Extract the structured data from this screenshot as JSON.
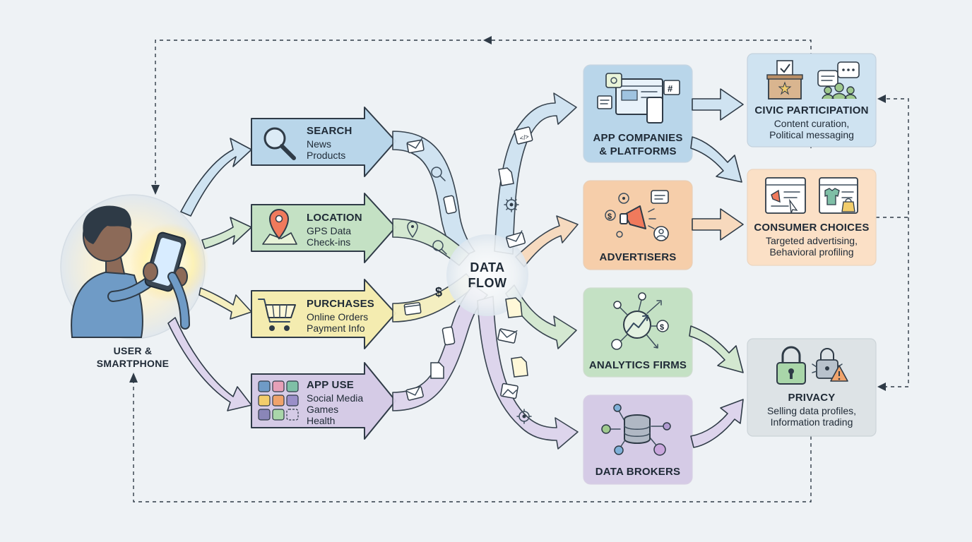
{
  "user": {
    "label_line1": "USER &",
    "label_line2": "SMARTPHONE"
  },
  "center": {
    "line1": "DATA",
    "line2": "FLOW"
  },
  "inputs": [
    {
      "title": "SEARCH",
      "items": [
        "News",
        "Products"
      ]
    },
    {
      "title": "LOCATION",
      "items": [
        "GPS Data",
        "Check-ins"
      ]
    },
    {
      "title": "PURCHASES",
      "items": [
        "Online Orders",
        "Payment Info"
      ]
    },
    {
      "title": "APP USE",
      "items": [
        "Social Media",
        "Games",
        "Health"
      ]
    }
  ],
  "recipients": [
    {
      "title_line1": "APP COMPANIES",
      "title_line2": "& PLATFORMS"
    },
    {
      "title_line1": "ADVERTISERS",
      "title_line2": ""
    },
    {
      "title_line1": "ANALYTICS FIRMS",
      "title_line2": ""
    },
    {
      "title_line1": "DATA BROKERS",
      "title_line2": ""
    }
  ],
  "outcomes": [
    {
      "title": "CIVIC PARTICIPATION",
      "desc_line1": "Content curation,",
      "desc_line2": "Political messaging"
    },
    {
      "title": "CONSUMER CHOICES",
      "desc_line1": "Targeted advertising,",
      "desc_line2": "Behavioral profiling"
    },
    {
      "title": "PRIVACY",
      "desc_line1": "Selling data profiles,",
      "desc_line2": "Information trading"
    }
  ],
  "colors": {
    "blue": "#b9d6ea",
    "green": "#c4e1c4",
    "yellow": "#f4ecb0",
    "purple": "#d5cbe6",
    "orange": "#f6ceaa",
    "stroke": "#2f3b47"
  }
}
